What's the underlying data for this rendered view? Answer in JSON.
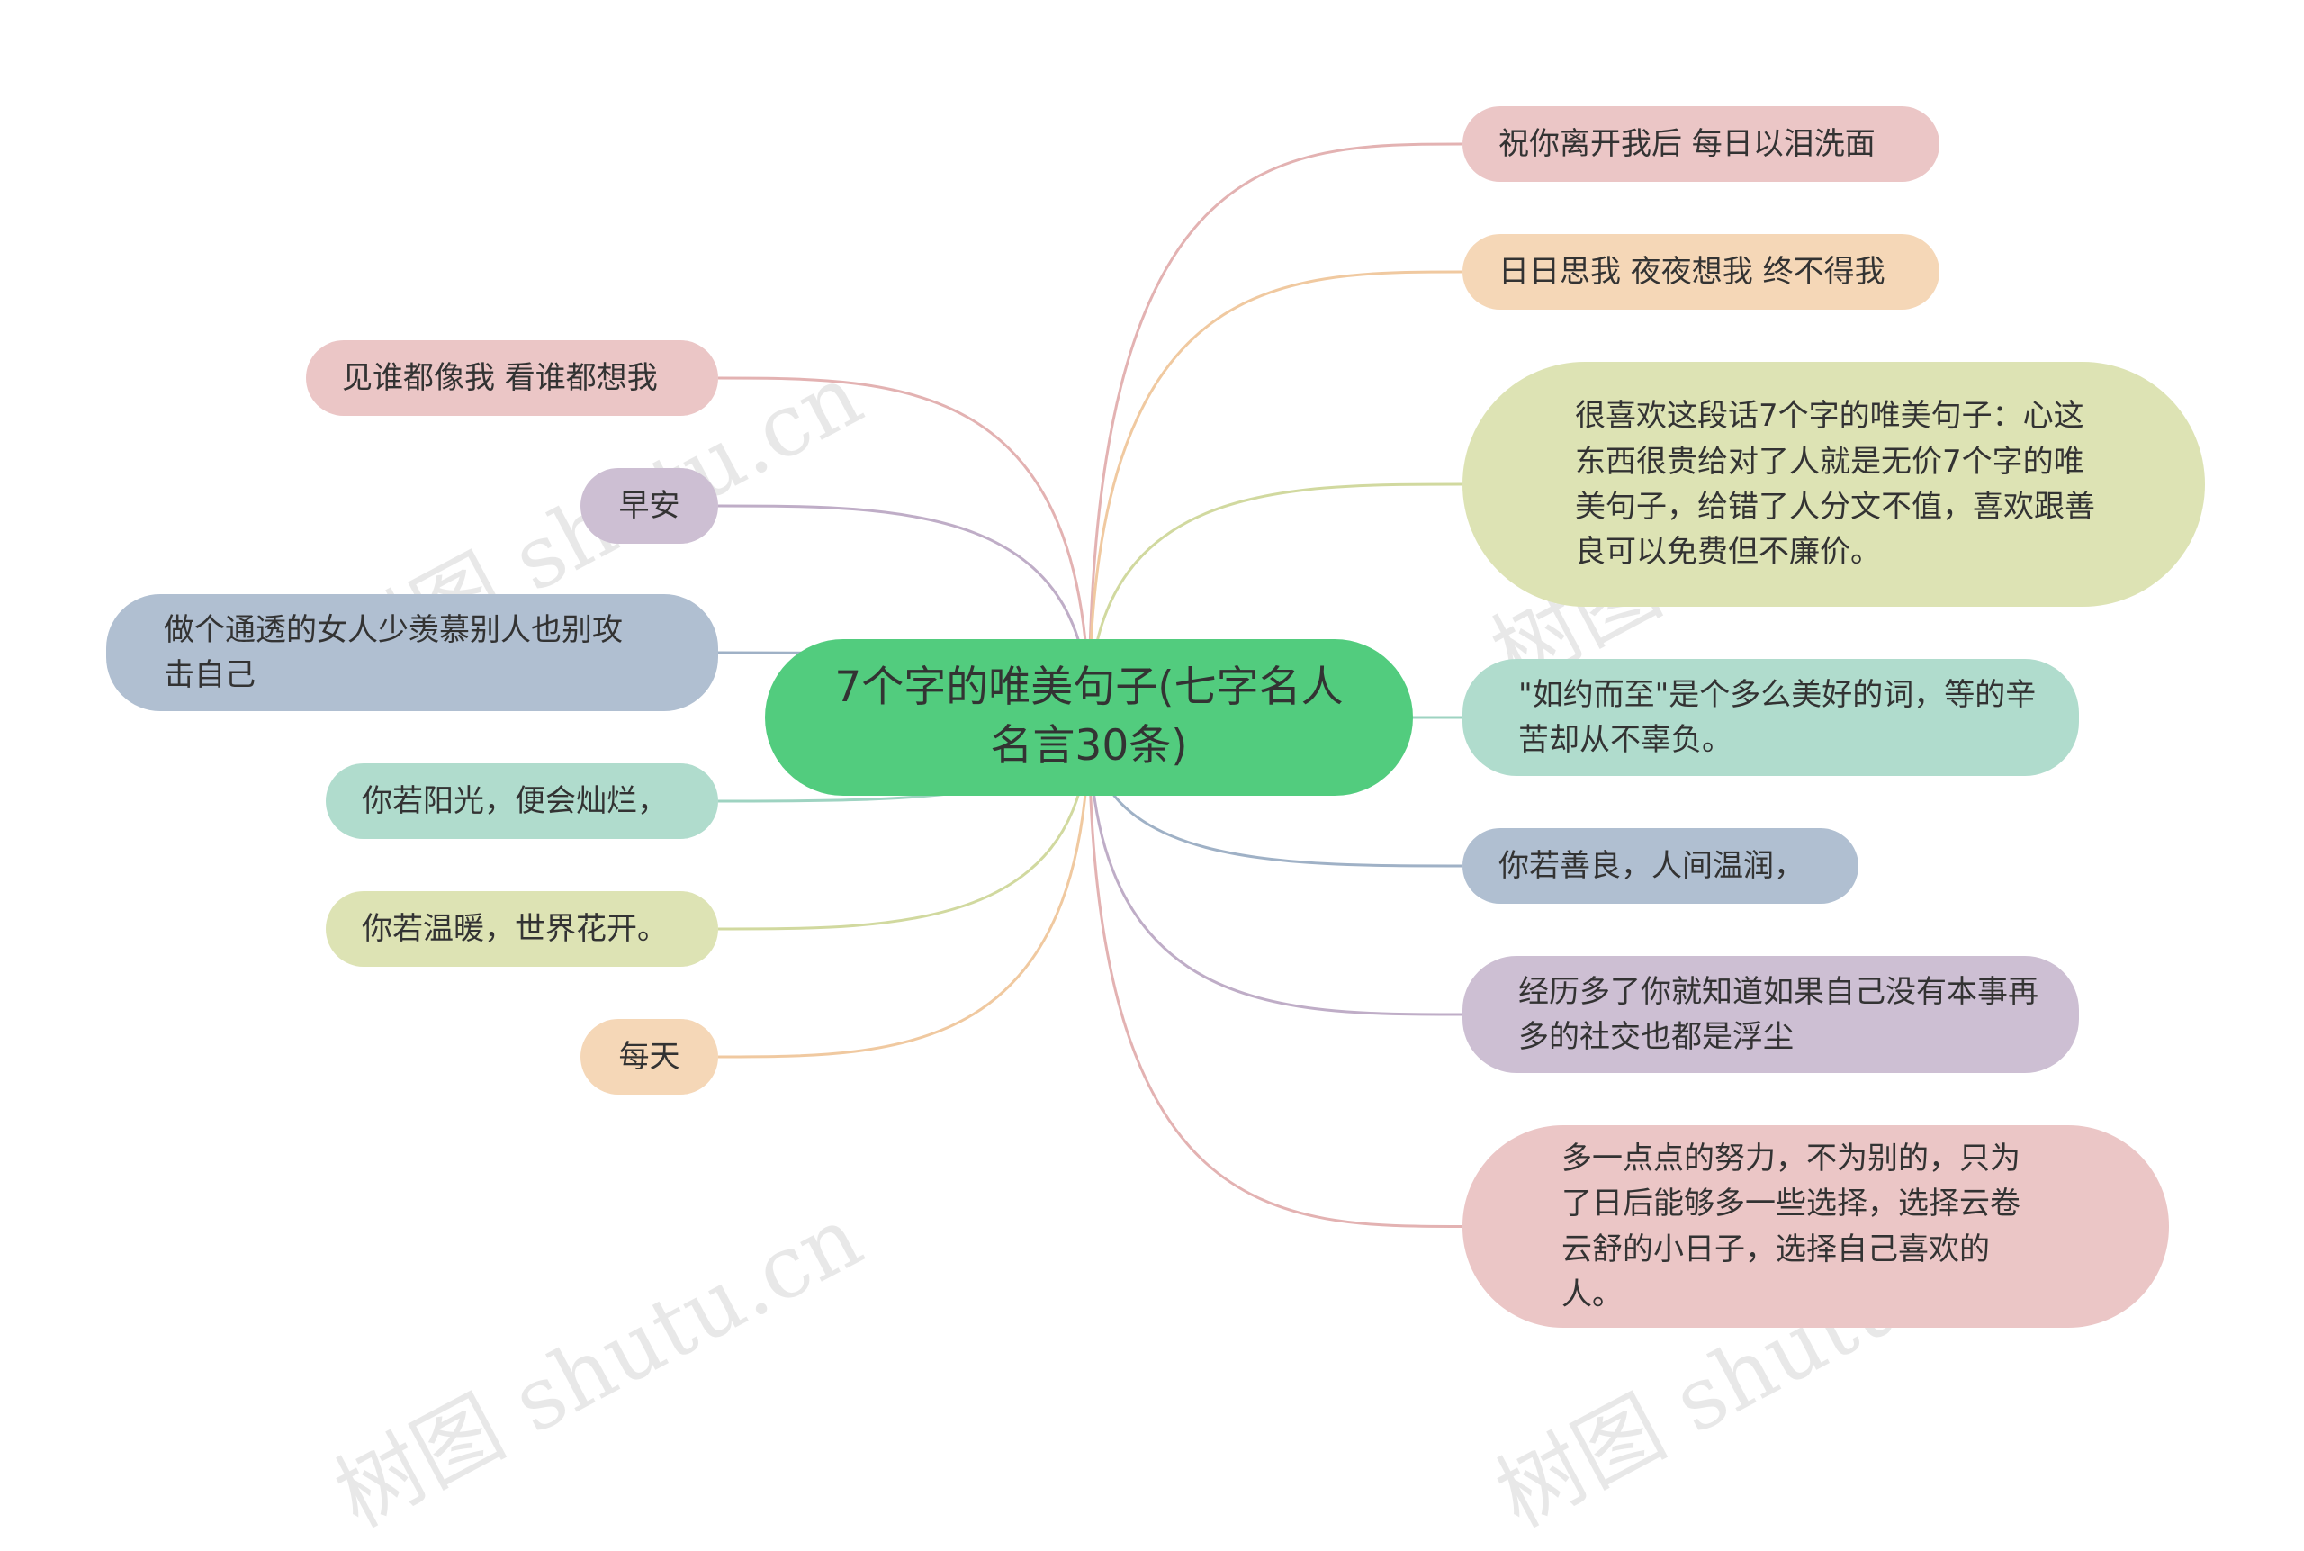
{
  "center": {
    "text": "7个字的唯美句子(七字名人名言30条)",
    "color": "#52cc7e"
  },
  "left_nodes": [
    {
      "id": "l1",
      "text": "见谁都像我 看谁都想我",
      "fill": "#ebc6c6",
      "line": "#e3b2b2"
    },
    {
      "id": "l2",
      "text": "早安",
      "fill": "#cdbfd3",
      "line": "#bfadc7"
    },
    {
      "id": "l3",
      "text": "做个通透的女人少羡慕别人也别攻击自己",
      "fill": "#b0bfd1",
      "line": "#9fb1c6"
    },
    {
      "id": "l4",
      "text": "你若阳光，便会灿烂，",
      "fill": "#b0dccd",
      "line": "#9ed3c1"
    },
    {
      "id": "l5",
      "text": "你若温暖，世界花开。",
      "fill": "#dde3b4",
      "line": "#d1d99f"
    },
    {
      "id": "l6",
      "text": "每天",
      "fill": "#f5d7b7",
      "line": "#f0c9a0"
    }
  ],
  "right_nodes": [
    {
      "id": "r1",
      "text": "祝你离开我后 每日以泪洗面",
      "fill": "#ebc6c6",
      "line": "#e3b2b2"
    },
    {
      "id": "r2",
      "text": "日日思我 夜夜想我 终不得我",
      "fill": "#f5d7b7",
      "line": "#f0c9a0"
    },
    {
      "id": "r3",
      "text": "很喜欢这段话7个字的唯美句子：心这东西很贵给对了人就是无价7个字的唯美句子，给错了人分文不值，喜欢跟善良可以免费但不廉价。",
      "fill": "#dde3b4",
      "line": "#d1d99f"
    },
    {
      "id": "r4",
      "text": "\"如约而至\"是个多么美好的词，等的辛苦却从不辜负。",
      "fill": "#b0dccd",
      "line": "#9ed3c1"
    },
    {
      "id": "r5",
      "text": "你若善良，人间温润，",
      "fill": "#b0bfd1",
      "line": "#9fb1c6"
    },
    {
      "id": "r6",
      "text": "经历多了你就知道如果自己没有本事再多的社交也都是浮尘",
      "fill": "#cdbfd3",
      "line": "#bfadc7"
    },
    {
      "id": "r7",
      "text": "多一点点的努力，不为别的，只为了日后能够多一些选择，选择云卷云舒的小日子，选择自己喜欢的人。",
      "fill": "#ebc6c6",
      "line": "#e3b2b2"
    }
  ],
  "watermark": {
    "text": "树图 shutu.cn"
  }
}
